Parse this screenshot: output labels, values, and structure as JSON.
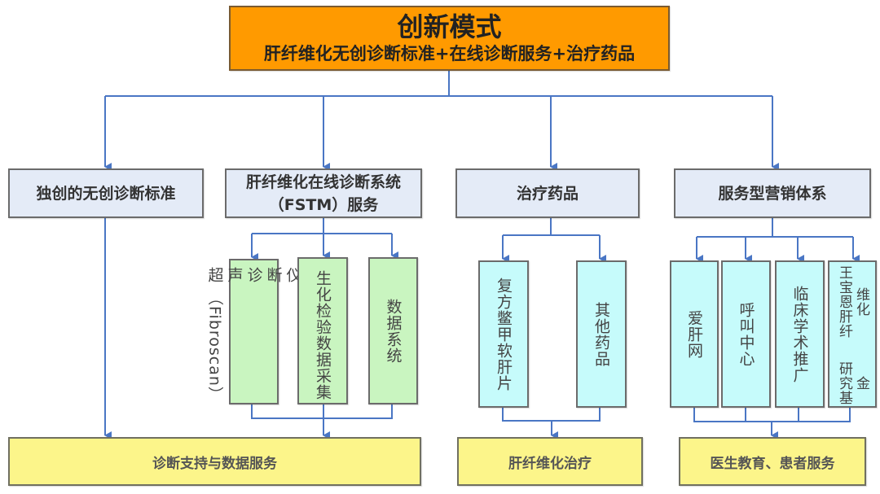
{
  "root": {
    "title": "创新模式",
    "subtitle": "肝纤维化无创诊断标准+在线诊断服务+治疗药品"
  },
  "level1": [
    {
      "label": "独创的无创诊断标准"
    },
    {
      "label_line1": "肝纤维化在线诊断系统",
      "label_line2": "（FSTM）服务"
    },
    {
      "label": "治疗药品"
    },
    {
      "label": "服务型营销体系"
    }
  ],
  "fstm_children": [
    {
      "col1": "超声诊断仪",
      "col2": "（Fibroscan）"
    },
    {
      "col1": "生化检验数据采集"
    },
    {
      "col1": "数据系统"
    }
  ],
  "drug_children": [
    {
      "col1": "复方鳖甲软肝片"
    },
    {
      "col1": "其他药品"
    }
  ],
  "marketing_children": [
    {
      "col1": "爱肝网"
    },
    {
      "col1": "呼叫中心"
    },
    {
      "col1": "临床学术推广"
    },
    {
      "col1": "王宝恩肝纤维化",
      "col2": "研究基金"
    }
  ],
  "outcomes": [
    {
      "label": "诊断支持与数据服务"
    },
    {
      "label": "肝纤维化治疗"
    },
    {
      "label": "医生教育、患者服务"
    }
  ],
  "colors": {
    "connector": "#4a76c4",
    "root_fill": "#ff9a00",
    "level1_fill": "#e4ebf7",
    "green_fill": "#c9f5c0",
    "cyan_fill": "#c6fbfb",
    "yellow_fill": "#fcf58a"
  }
}
